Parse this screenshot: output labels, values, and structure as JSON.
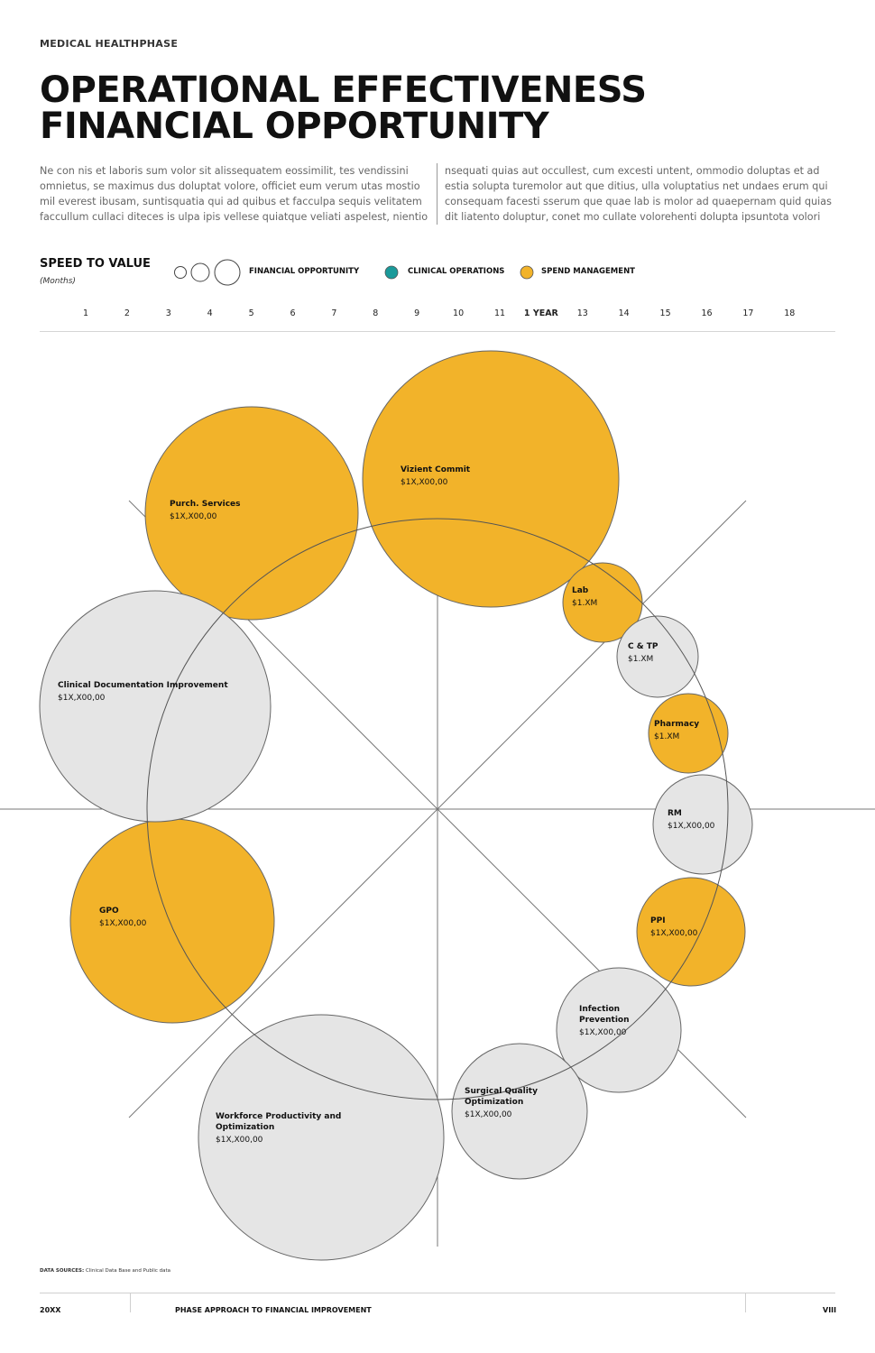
{
  "header": {
    "eyebrow": "MEDICAL HEALTHPHASE",
    "title_line1": "OPERATIONAL EFFECTIVENESS",
    "title_line2": "FINANCIAL OPPORTUNITY"
  },
  "intro": {
    "left": "Ne con nis et laboris sum volor sit alissequatem eossimilit, tes vendissini omnietus, se maximus dus doluptat volore, officiet eum verum utas mostio mil everest ibusam, suntisquatia qui ad quibus et facculpa sequis velitatem faccullum cullaci diteces is ulpa ipis vellese quiatque veliati aspelest, nientio",
    "right": "nsequati quias aut occullest, cum excesti untent, ommodio doluptas et ad estia solupta turemolor aut que ditius, ulla voluptatius net undaes erum qui consequam facesti sserum que quae lab is molor ad quaepernam quid quias dit liatento doluptur, conet mo cullate volorehenti dolupta ipsuntota volori"
  },
  "speed": {
    "title": "SPEED TO VALUE",
    "subtitle": "(Months)"
  },
  "legend": {
    "size_label": "FINANCIAL OPPORTUNITY",
    "clinical_label": "CLINICAL OPERATIONS",
    "spend_label": "SPEND MANAGEMENT"
  },
  "colors": {
    "clinical": "#1a9a9a",
    "spend": "#f2b32a",
    "neutral": "#e5e5e5",
    "stroke": "#666666",
    "guide": "#777777"
  },
  "axis_ticks": [
    "1",
    "2",
    "3",
    "4",
    "5",
    "6",
    "7",
    "8",
    "9",
    "10",
    "11",
    "1 YEAR",
    "13",
    "14",
    "15",
    "16",
    "17",
    "18"
  ],
  "chart_data": {
    "type": "bubble",
    "bubbles": [
      {
        "name": "Vizient Commit",
        "value": "$1X,X00,00",
        "category": "spend",
        "size": "large"
      },
      {
        "name": "Purch. Services",
        "value": "$1X,X00,00",
        "category": "spend",
        "size": "large"
      },
      {
        "name": "Lab",
        "value": "$1.XM",
        "category": "spend",
        "size": "small"
      },
      {
        "name": "C & TP",
        "value": "$1.XM",
        "category": "neutral",
        "size": "small"
      },
      {
        "name": "Pharmacy",
        "value": "$1.XM",
        "category": "spend",
        "size": "small"
      },
      {
        "name": "RM",
        "value": "$1X,X00,00",
        "category": "neutral",
        "size": "small"
      },
      {
        "name": "PPI",
        "value": "$1X,X00,00",
        "category": "spend",
        "size": "small"
      },
      {
        "name": "Infection Prevention",
        "value": "$1X,X00,00",
        "category": "neutral",
        "size": "medium"
      },
      {
        "name": "Surgical Quality Optimization",
        "value": "$1X,X00,00",
        "category": "neutral",
        "size": "medium"
      },
      {
        "name": "Workforce Productivity and Optimization",
        "value": "$1X,X00,00",
        "category": "neutral",
        "size": "large"
      },
      {
        "name": "GPO",
        "value": "$1X,X00,00",
        "category": "spend",
        "size": "large"
      },
      {
        "name": "Clinical Documentation Improvement",
        "value": "$1X,X00,00",
        "category": "neutral",
        "size": "large"
      }
    ]
  },
  "sources": {
    "label": "DATA SOURCES:",
    "text": "Clinical Data Base and Public data"
  },
  "footer": {
    "left": "20XX",
    "center": "PHASE APPROACH TO FINANCIAL IMPROVEMENT",
    "right": "VIII"
  }
}
